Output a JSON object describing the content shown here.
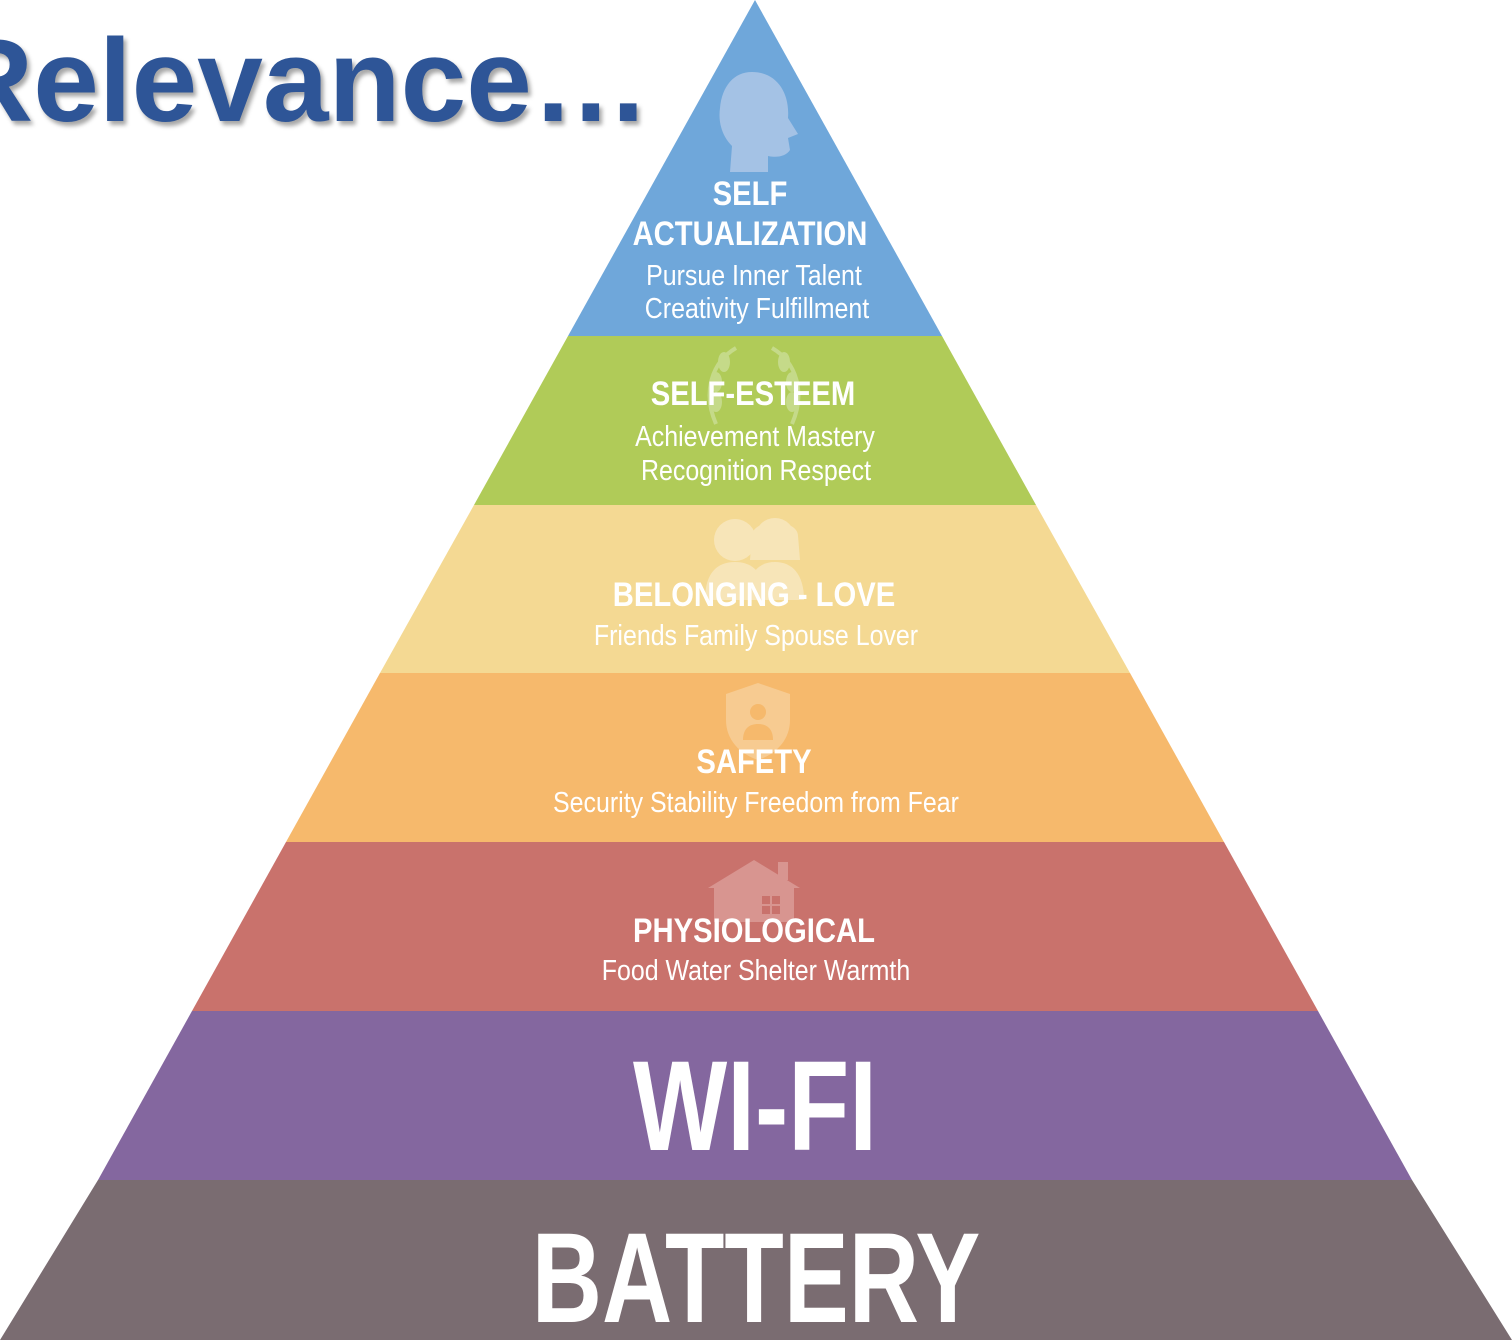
{
  "title": "Relevance…",
  "pyramid": {
    "levels": [
      {
        "heading": "SELF",
        "heading2": "ACTUALIZATION",
        "lines": [
          "Pursue Inner Talent",
          "Creativity Fulfillment"
        ],
        "color": "#6fa7da",
        "icon": "head-silhouette-icon"
      },
      {
        "heading": "SELF-ESTEEM",
        "lines": [
          "Achievement  Mastery",
          "Recognition  Respect"
        ],
        "color": "#b0cb58",
        "icon": "laurel-wreath-icon"
      },
      {
        "heading": "BELONGING - LOVE",
        "lines": [
          "Friends  Family  Spouse Lover"
        ],
        "color": "#f4d993",
        "icon": "couple-icon"
      },
      {
        "heading": "SAFETY",
        "lines": [
          "Security  Stability  Freedom from Fear"
        ],
        "color": "#f6b96c",
        "icon": "shield-person-icon"
      },
      {
        "heading": "PHYSIOLOGICAL",
        "lines": [
          "Food  Water  Shelter  Warmth"
        ],
        "color": "#c9726c",
        "icon": "house-icon"
      },
      {
        "heading": "WI-FI",
        "color": "#84679f"
      },
      {
        "heading": "BATTERY",
        "color": "#7a6c71"
      }
    ]
  }
}
